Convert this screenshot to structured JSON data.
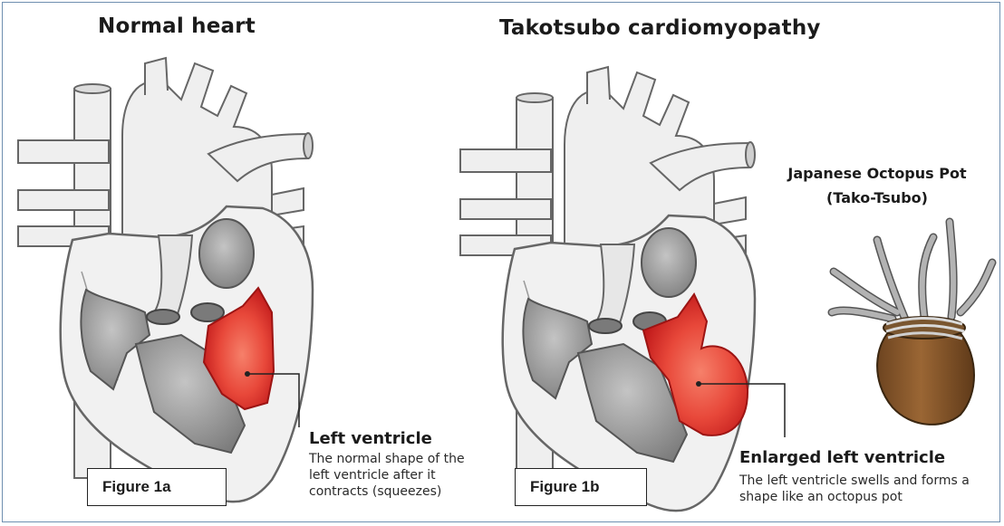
{
  "panel_a": {
    "title": "Normal heart",
    "label_heading": "Left ventricle",
    "label_description": "The normal shape of the left ventricle after it contracts (squeezes)",
    "figure_label": "Figure 1a"
  },
  "panel_b": {
    "title": "Takotsubo cardiomyopathy",
    "label_heading": "Enlarged left ventricle",
    "label_description": "The left ventricle swells and forms a shape like an octopus pot",
    "figure_label": "Figure 1b"
  },
  "octopus_pot": {
    "title_line1": "Japanese Octopus Pot",
    "title_line2": "(Tako-Tsubo)"
  },
  "colors": {
    "vessel_fill": "#efefef",
    "outline": "#555555",
    "chamber_dark": "#8e8e8e",
    "ventricle_red": "#d82d25",
    "ventricle_highlight": "#f36a55",
    "pot_brown": "#8a5a2b",
    "tentacle_gray": "#a9a9a9"
  },
  "icons": [
    "normal-heart-illustration",
    "takotsubo-heart-illustration",
    "octopus-pot-illustration"
  ]
}
